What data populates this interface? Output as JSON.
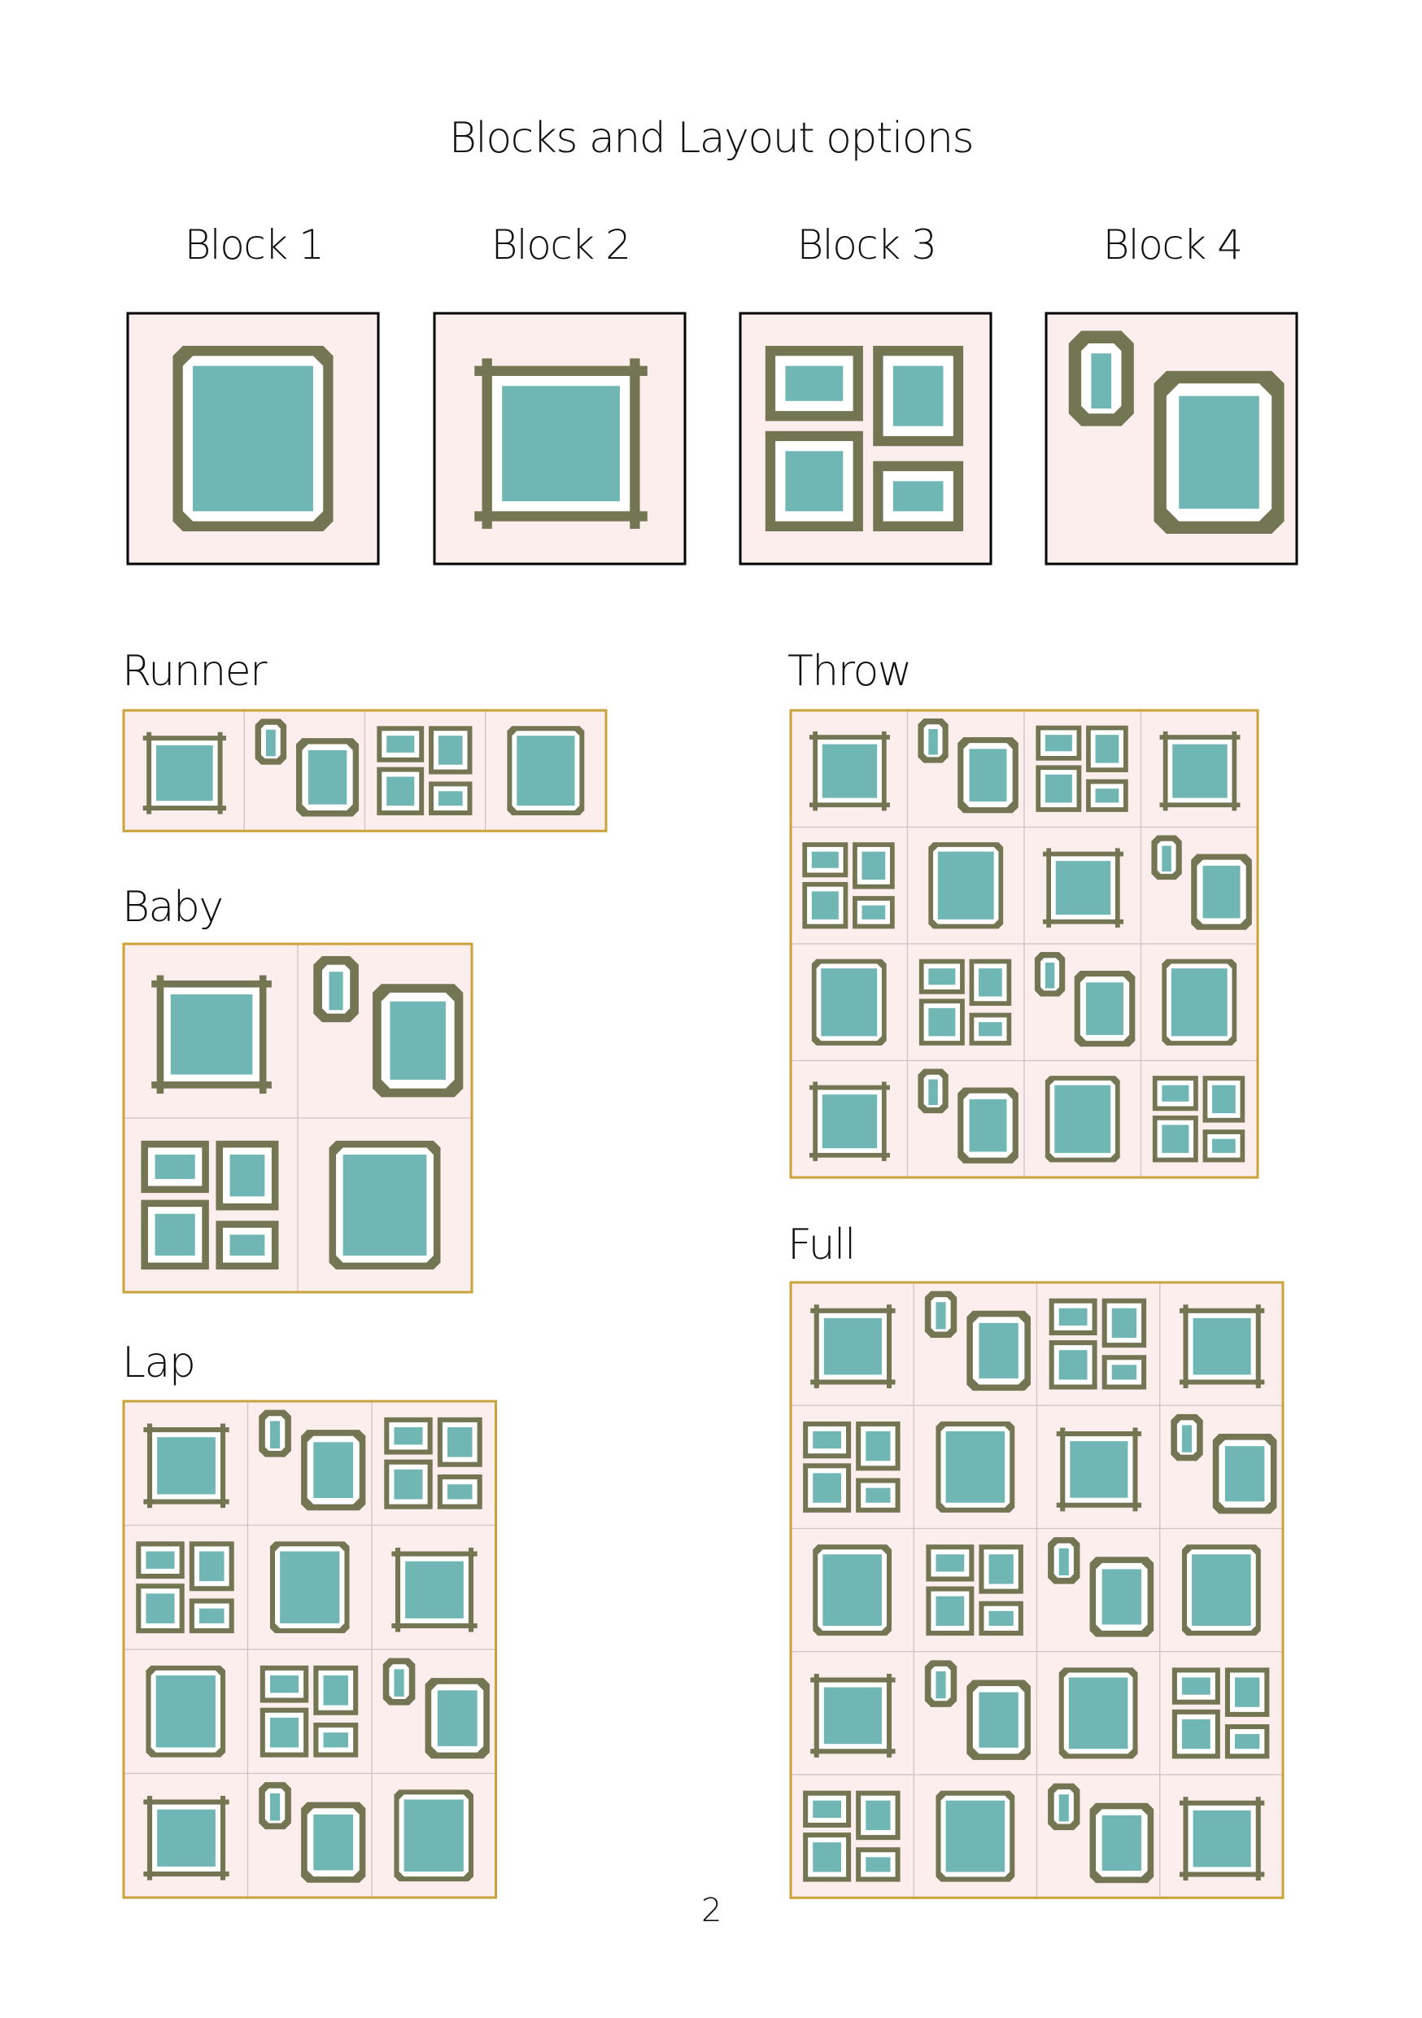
{
  "page": {
    "title": "Blocks and Layout options",
    "page_number": "2"
  },
  "colors": {
    "background_fabric": "#fdeeee",
    "frame": "#737553",
    "mat": "#ffffff",
    "picture": "#6fb6b4",
    "block_outline": "#000000",
    "layout_border": "#c9a33a",
    "seam": "#cfc3c3"
  },
  "blocks": [
    {
      "label": "Block 1",
      "design": "chamfered-frame"
    },
    {
      "label": "Block 2",
      "design": "crossed-frame"
    },
    {
      "label": "Block 3",
      "design": "four-frames"
    },
    {
      "label": "Block 4",
      "design": "two-octagon-frames"
    }
  ],
  "layouts": [
    {
      "name": "Runner",
      "cols": 4,
      "rows": 1,
      "grid": [
        [
          2,
          4,
          3,
          1
        ]
      ]
    },
    {
      "name": "Baby",
      "cols": 2,
      "rows": 2,
      "grid": [
        [
          2,
          4
        ],
        [
          3,
          1
        ]
      ]
    },
    {
      "name": "Lap",
      "cols": 3,
      "rows": 4,
      "grid": [
        [
          2,
          4,
          3
        ],
        [
          3,
          1,
          2
        ],
        [
          1,
          3,
          4
        ],
        [
          2,
          4,
          1
        ]
      ]
    },
    {
      "name": "Throw",
      "cols": 4,
      "rows": 4,
      "grid": [
        [
          2,
          4,
          3,
          2
        ],
        [
          3,
          1,
          2,
          4
        ],
        [
          1,
          3,
          4,
          1
        ],
        [
          2,
          4,
          1,
          3
        ]
      ]
    },
    {
      "name": "Full",
      "cols": 4,
      "rows": 5,
      "grid": [
        [
          2,
          4,
          3,
          2
        ],
        [
          3,
          1,
          2,
          4
        ],
        [
          1,
          3,
          4,
          1
        ],
        [
          2,
          4,
          1,
          3
        ],
        [
          3,
          1,
          4,
          2
        ]
      ]
    }
  ]
}
